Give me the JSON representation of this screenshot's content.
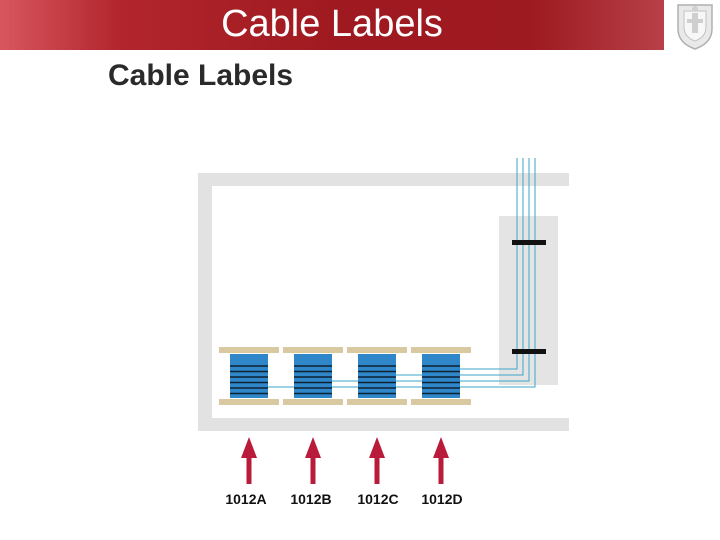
{
  "header": {
    "banner_title": "Cable Labels",
    "logo_icon": "crest-logo-icon"
  },
  "slide": {
    "title": "Cable Labels"
  },
  "diagram": {
    "panels": [
      {
        "label": "1012A"
      },
      {
        "label": "1012B"
      },
      {
        "label": "1012C"
      },
      {
        "label": "1012D"
      }
    ],
    "colors": {
      "banner": "#9f1a20",
      "wall": "#e2e2e2",
      "cable": "#3aa6c8",
      "patch_panel_port": "#2f86c9",
      "rail": "#d9c9a0",
      "arrow": "#b81c3a"
    }
  }
}
